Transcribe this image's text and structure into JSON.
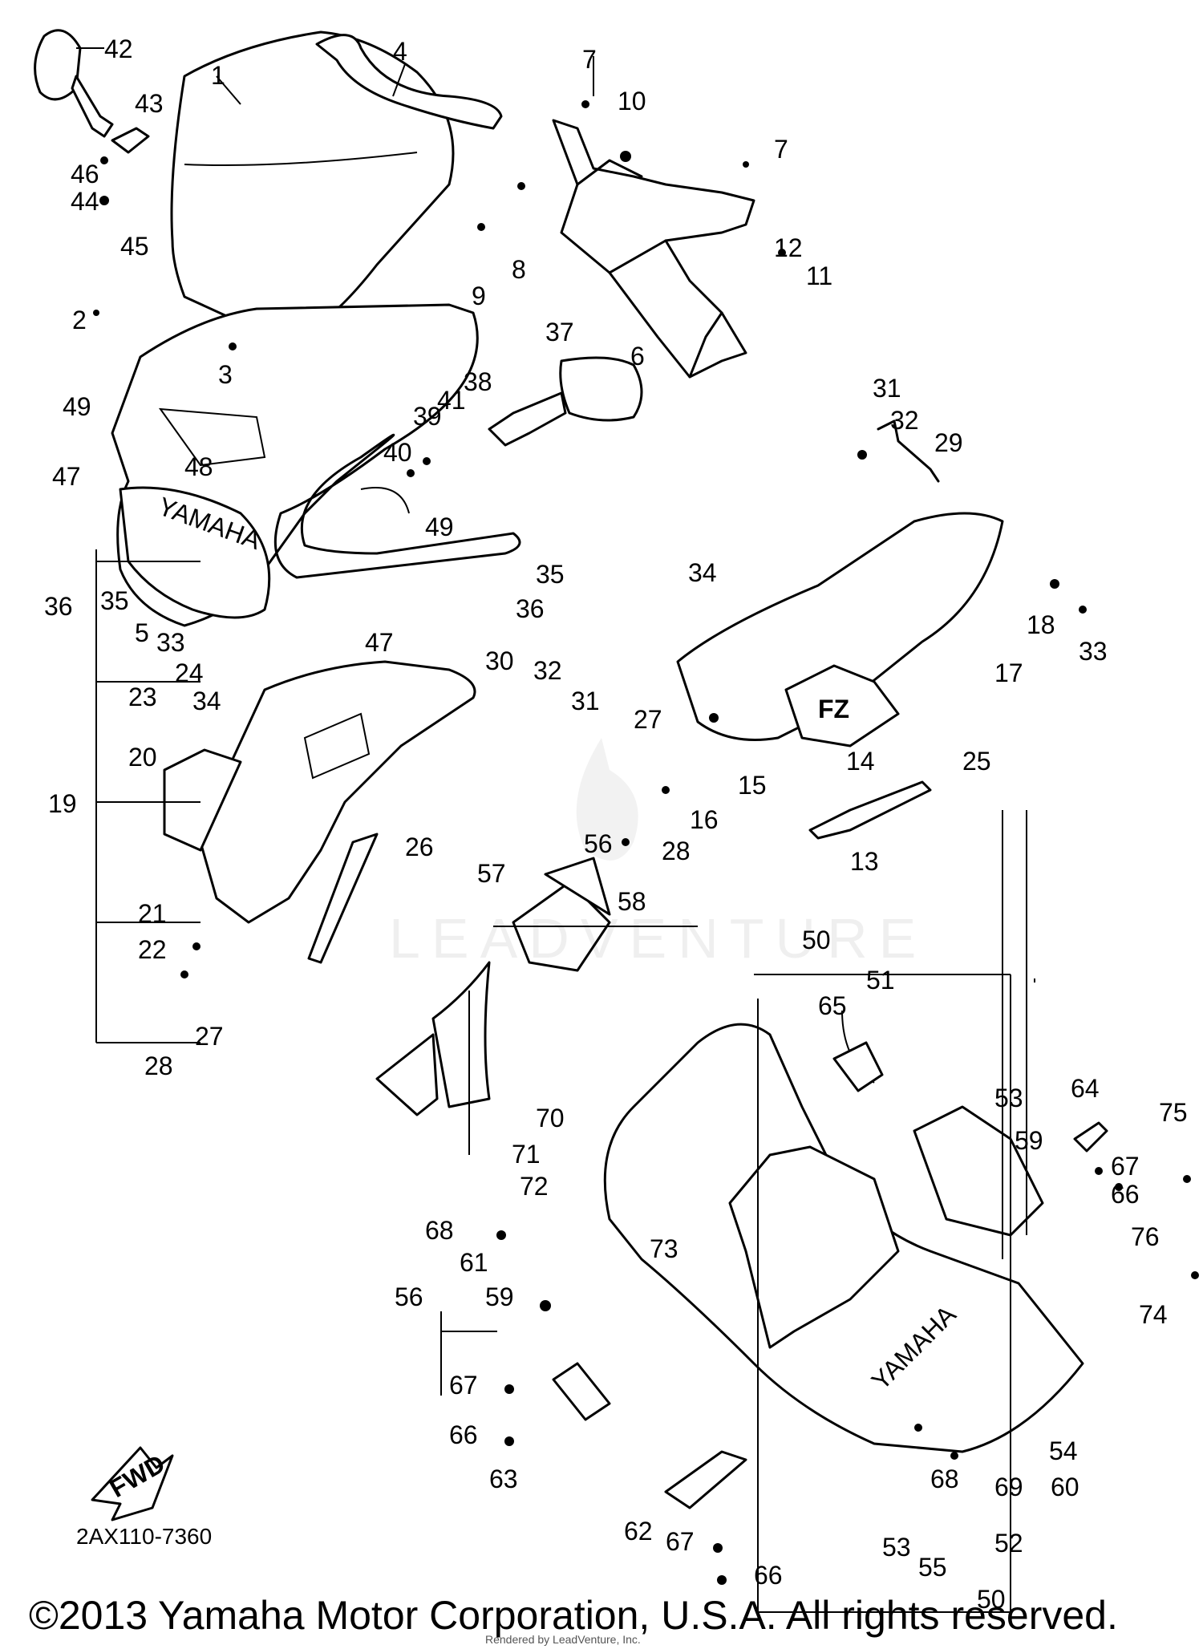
{
  "diagram": {
    "part_code": "2AX110-7360",
    "copyright": "©2013 Yamaha Motor Corporation, U.S.A. All rights reserved.",
    "rendered_by": "Rendered by LeadVenture, Inc.",
    "watermark": "LEADVENTURE",
    "fwd_label": "FWD",
    "brand_mark": "YAMAHA",
    "model_mark": "FZ",
    "callouts": [
      "1",
      "2",
      "3",
      "4",
      "5",
      "6",
      "7",
      "7",
      "8",
      "9",
      "10",
      "11",
      "12",
      "13",
      "14",
      "15",
      "16",
      "17",
      "18",
      "19",
      "20",
      "21",
      "22",
      "23",
      "24",
      "25",
      "26",
      "27",
      "27",
      "28",
      "28",
      "29",
      "30",
      "31",
      "31",
      "32",
      "32",
      "33",
      "33",
      "34",
      "34",
      "35",
      "35",
      "36",
      "36",
      "37",
      "38",
      "39",
      "40",
      "41",
      "42",
      "43",
      "44",
      "45",
      "46",
      "47",
      "47",
      "48",
      "49",
      "49",
      "50",
      "50",
      "51",
      "52",
      "53",
      "53",
      "54",
      "55",
      "56",
      "56",
      "57",
      "58",
      "59",
      "59",
      "60",
      "61",
      "62",
      "63",
      "64",
      "65",
      "66",
      "66",
      "66",
      "67",
      "67",
      "67",
      "68",
      "68",
      "69",
      "70",
      "71",
      "72",
      "73",
      "74",
      "75",
      "76"
    ]
  }
}
